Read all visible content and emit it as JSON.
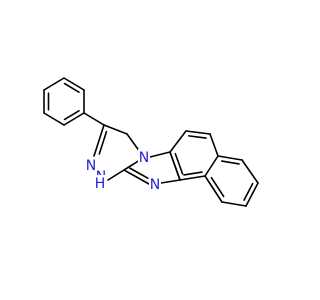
{
  "figure": {
    "type": "chemical-structure",
    "background_color": "#ffffff",
    "bond_color": "#000000",
    "heteroatom_color": "#1f1fd6"
  },
  "atom_labels": {
    "ring_n_upper": "N",
    "ring_n_lower": "N",
    "nh": "H",
    "n_bridge": "N",
    "n_imidazole": "N"
  }
}
